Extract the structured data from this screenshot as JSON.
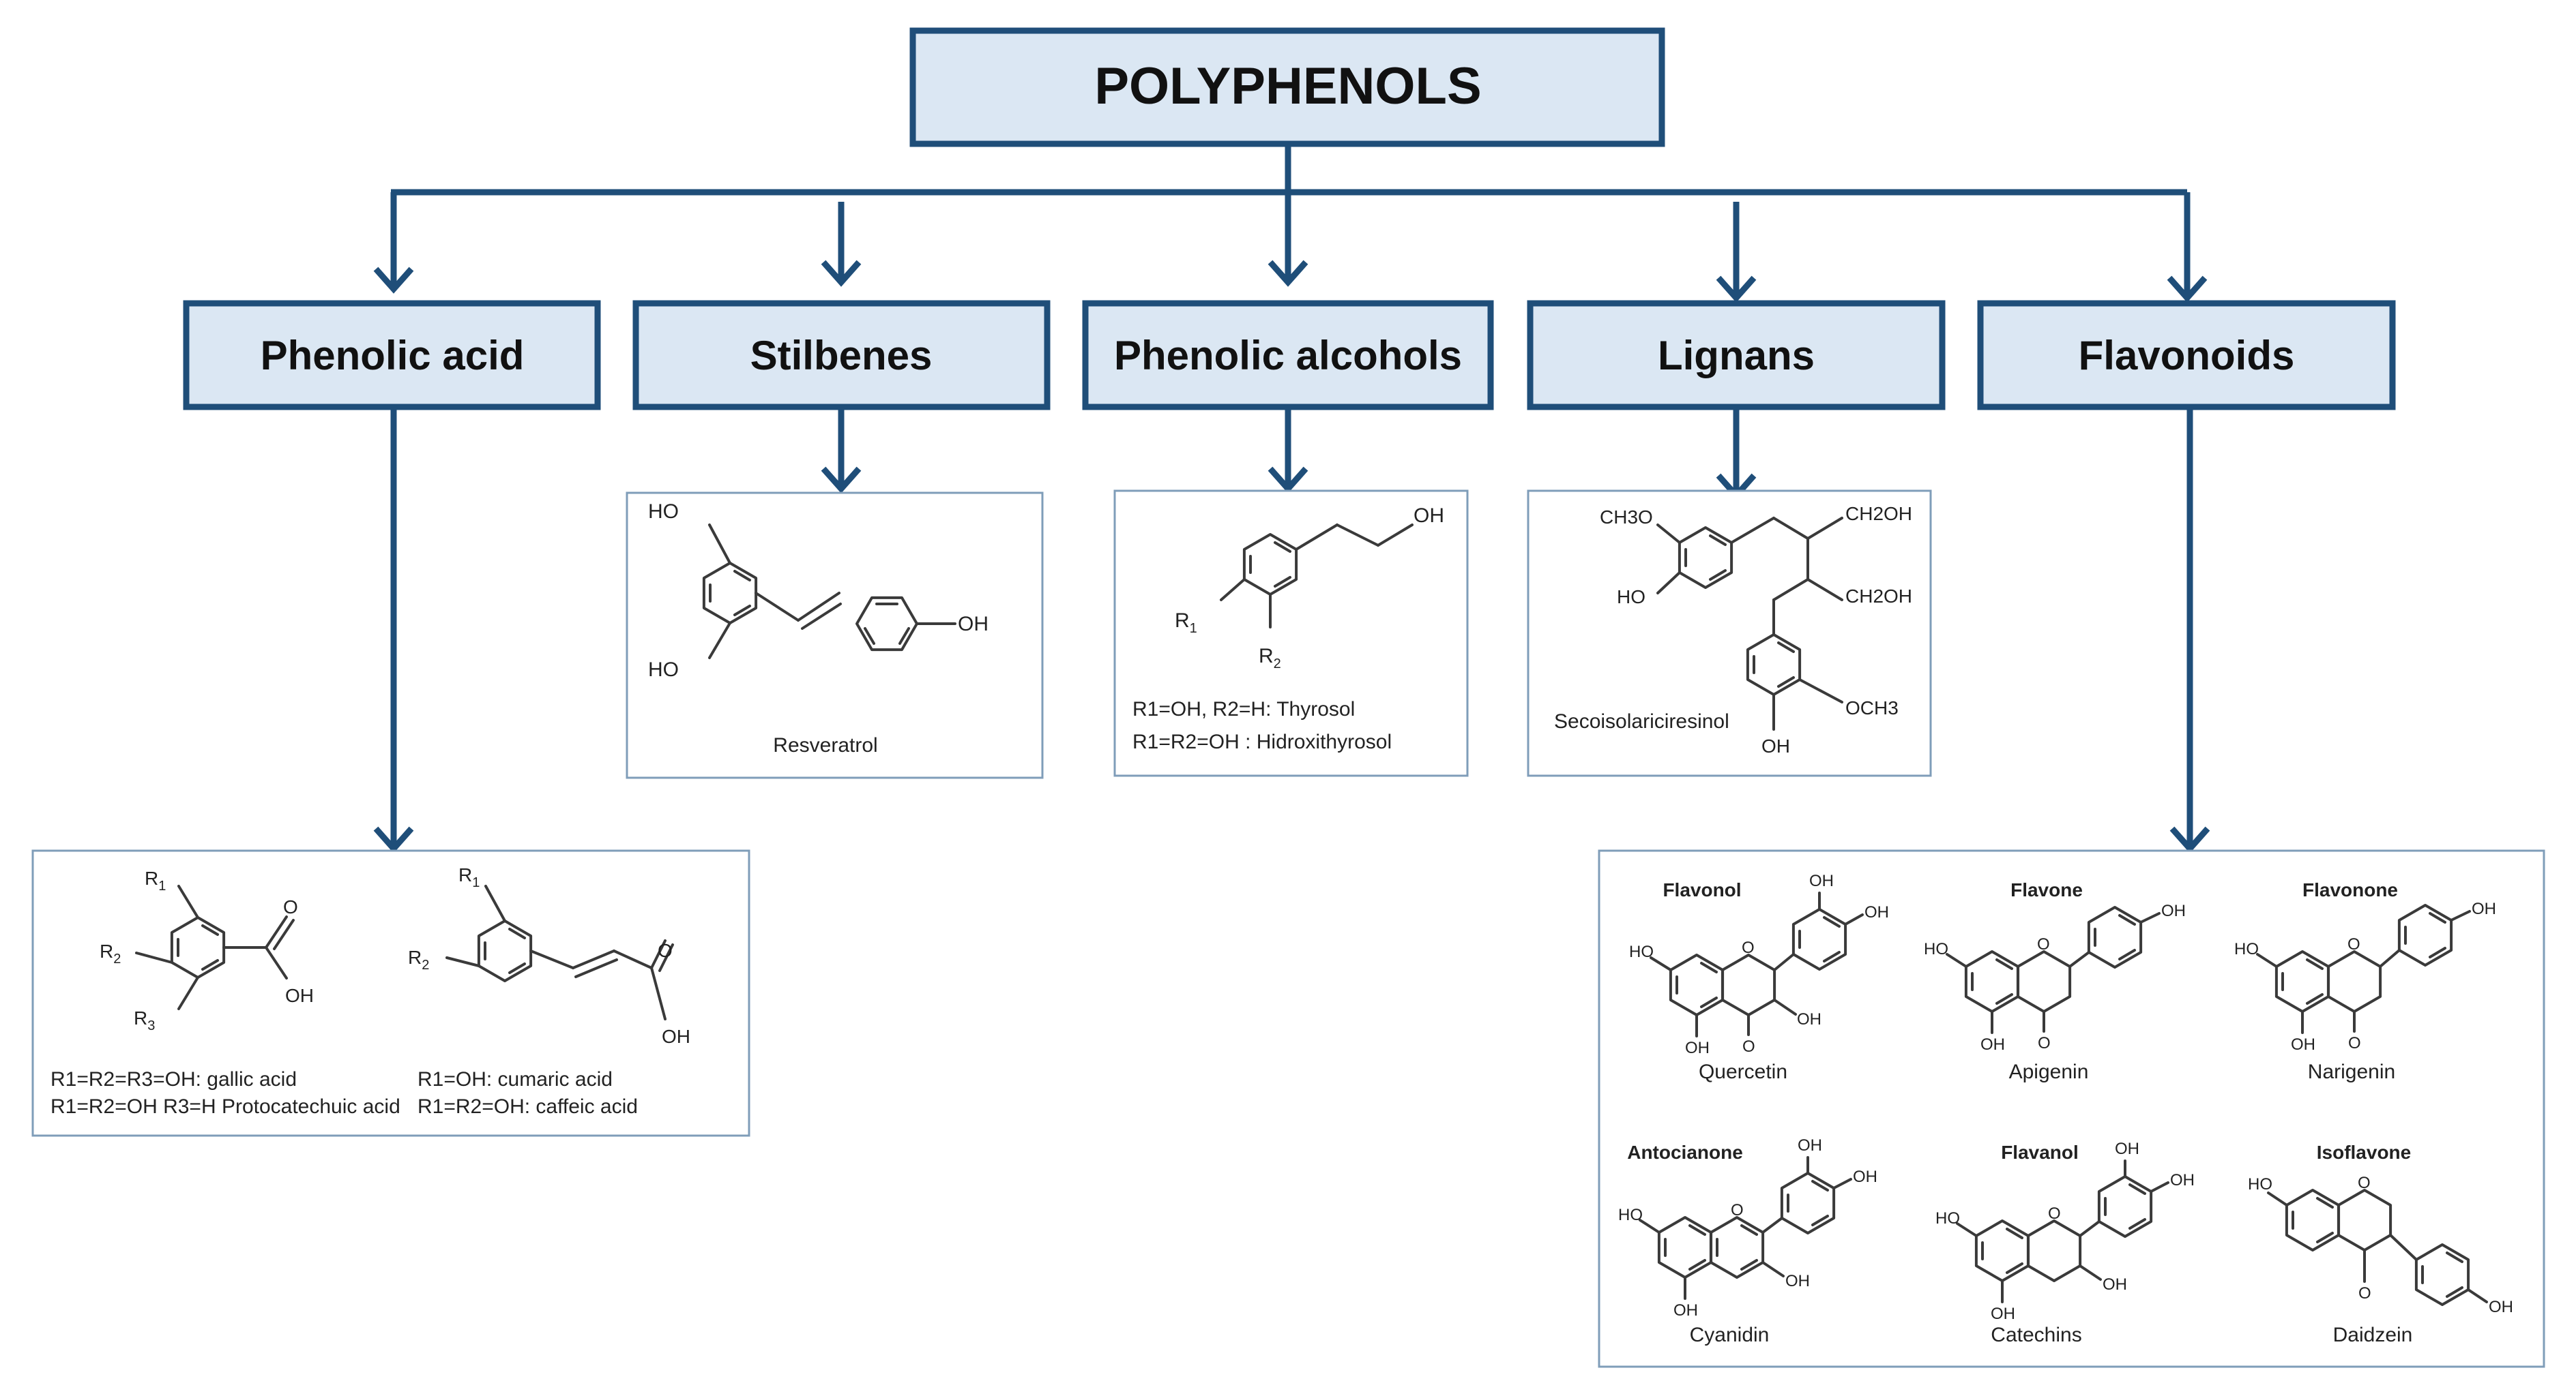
{
  "root": {
    "title": "POLYPHENOLS"
  },
  "categories": [
    {
      "label": "Phenolic acid"
    },
    {
      "label": "Stilbenes"
    },
    {
      "label": "Phenolic alcohols"
    },
    {
      "label": "Lignans"
    },
    {
      "label": "Flavonoids"
    }
  ],
  "phenolic_acid": {
    "substituents": {
      "r1": "R",
      "r2": "R",
      "r3": "R",
      "r1_sub": "1",
      "r2_sub": "2",
      "r3_sub": "3"
    },
    "groups": {
      "o": "O",
      "oh": "OH"
    },
    "notes": [
      "R1=R2=R3=OH: gallic acid",
      "R1=R2=OH R3=H Protocatechuic acid",
      "R1=OH: cumaric acid",
      "R1=R2=OH: caffeic acid"
    ]
  },
  "stilbenes": {
    "groups": {
      "ho": "HO",
      "oh": "OH"
    },
    "compound": "Resveratrol"
  },
  "phenolic_alcohols": {
    "groups": {
      "oh": "OH",
      "r": "R",
      "r1_sub": "1",
      "r2_sub": "2"
    },
    "notes": [
      "R1=OH, R2=H: Thyrosol",
      "R1=R2=OH : Hidroxithyrosol"
    ]
  },
  "lignans": {
    "groups": {
      "ch3o": "CH3O",
      "ho": "HO",
      "ch2oh": "CH2OH",
      "och3": "OCH3",
      "oh": "OH"
    },
    "compound": "Secoisolariciresinol"
  },
  "flavonoids": {
    "groups": {
      "ho": "HO",
      "oh": "OH",
      "o": "O"
    },
    "items": [
      {
        "class": "Flavonol",
        "compound": "Quercetin"
      },
      {
        "class": "Flavone",
        "compound": "Apigenin"
      },
      {
        "class": "Flavonone",
        "compound": "Narigenin"
      },
      {
        "class": "Antocianone",
        "compound": "Cyanidin"
      },
      {
        "class": "Flavanol",
        "compound": "Catechins"
      },
      {
        "class": "Isoflavone",
        "compound": "Daidzein"
      }
    ]
  },
  "colors": {
    "box_fill": "#dbe7f3",
    "box_border": "#1f4e79",
    "connector": "#1f4e79",
    "panel_border": "#7f9db9"
  }
}
